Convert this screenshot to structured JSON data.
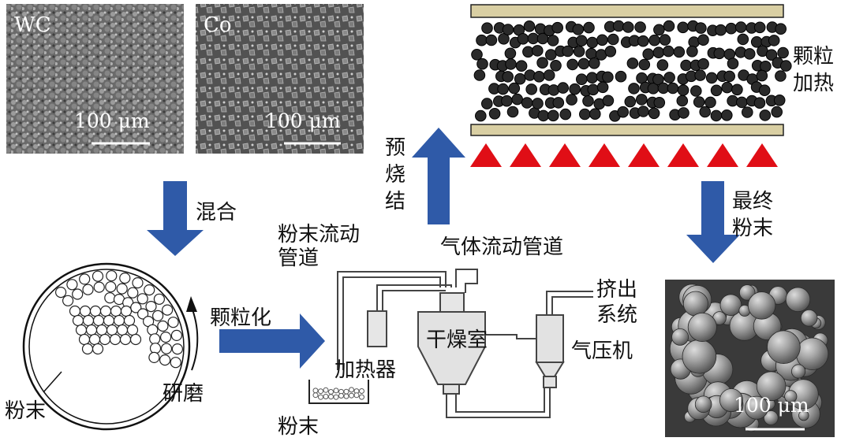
{
  "colors": {
    "arrow": "#2f5aa8",
    "plate": "#d9cfa3",
    "heater": "#e00e16",
    "particle": "#2a2a2a",
    "sem_bg": "#4d4d4d"
  },
  "sem": {
    "wc_label": "WC",
    "co_label": "Co",
    "scale_wc": "100 μm",
    "scale_co": "100 μm",
    "scale_final": "100 μm"
  },
  "labels": {
    "mixing": "混合",
    "granulation": "颗粒化",
    "grinding": "研磨",
    "powder_left": "粉末",
    "powder_tray": "粉末",
    "heater": "加热器",
    "drying_chamber": "干燥室",
    "powder_pipe_line1": "粉末流动",
    "powder_pipe_line2": "管道",
    "gas_pipe": "气体流动管道",
    "extrusion_line1": "挤出",
    "extrusion_line2": "系统",
    "compressor": "气压机",
    "presintering_c1": "预",
    "presintering_c2": "烧",
    "presintering_c3": "结",
    "particle_heating_line1": "颗粒",
    "particle_heating_line2": "加热",
    "final_powder_line1": "最终",
    "final_powder_line2": "粉末"
  }
}
